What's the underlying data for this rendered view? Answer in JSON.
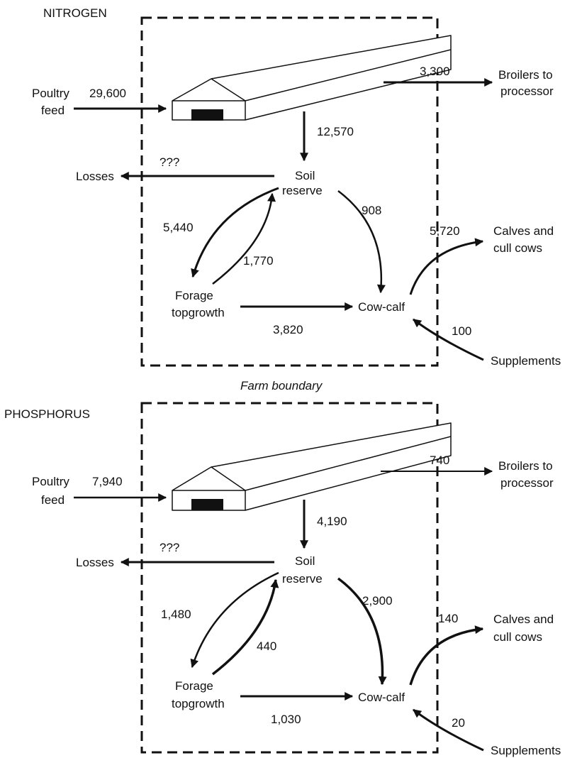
{
  "colors": {
    "ink": "#111111",
    "door": "#111111",
    "background": "#ffffff"
  },
  "nitrogen": {
    "heading": "NITROGEN",
    "poultry_feed": [
      "Poultry",
      "feed"
    ],
    "poultry_feed_value": "29,600",
    "broilers_value": "3,300",
    "broilers_label": [
      "Broilers to",
      "processor"
    ],
    "barn_to_soil_value": "12,570",
    "losses_label": "Losses",
    "losses_value": "???",
    "soil_reserve": [
      "Soil",
      "reserve"
    ],
    "soil_to_forage_value": "5,440",
    "forage_to_soil_value": "1,770",
    "soil_to_cowcalf_value": "908",
    "forage_label": [
      "Forage",
      "topgrowth"
    ],
    "cowcalf_label": "Cow-calf",
    "forage_to_cowcalf_value": "3,820",
    "calves_value": "5,720",
    "calves_label": [
      "Calves and",
      "cull cows"
    ],
    "supplements_value": "100",
    "supplements_label": "Supplements"
  },
  "farm_boundary_label": "Farm boundary",
  "phosphorus": {
    "heading": "PHOSPHORUS",
    "poultry_feed": [
      "Poultry",
      "feed"
    ],
    "poultry_feed_value": "7,940",
    "broilers_value": "740",
    "broilers_label": [
      "Broilers to",
      "processor"
    ],
    "barn_to_soil_value": "4,190",
    "losses_label": "Losses",
    "losses_value": "???",
    "soil_reserve": [
      "Soil",
      "reserve"
    ],
    "soil_to_forage_value": "1,480",
    "forage_to_soil_value": "440",
    "soil_to_cowcalf_value": "2,900",
    "forage_label": [
      "Forage",
      "topgrowth"
    ],
    "cowcalf_label": "Cow-calf",
    "forage_to_cowcalf_value": "1,030",
    "calves_value": "140",
    "calves_label": [
      "Calves and",
      "cull cows"
    ],
    "supplements_value": "20",
    "supplements_label": "Supplements"
  }
}
